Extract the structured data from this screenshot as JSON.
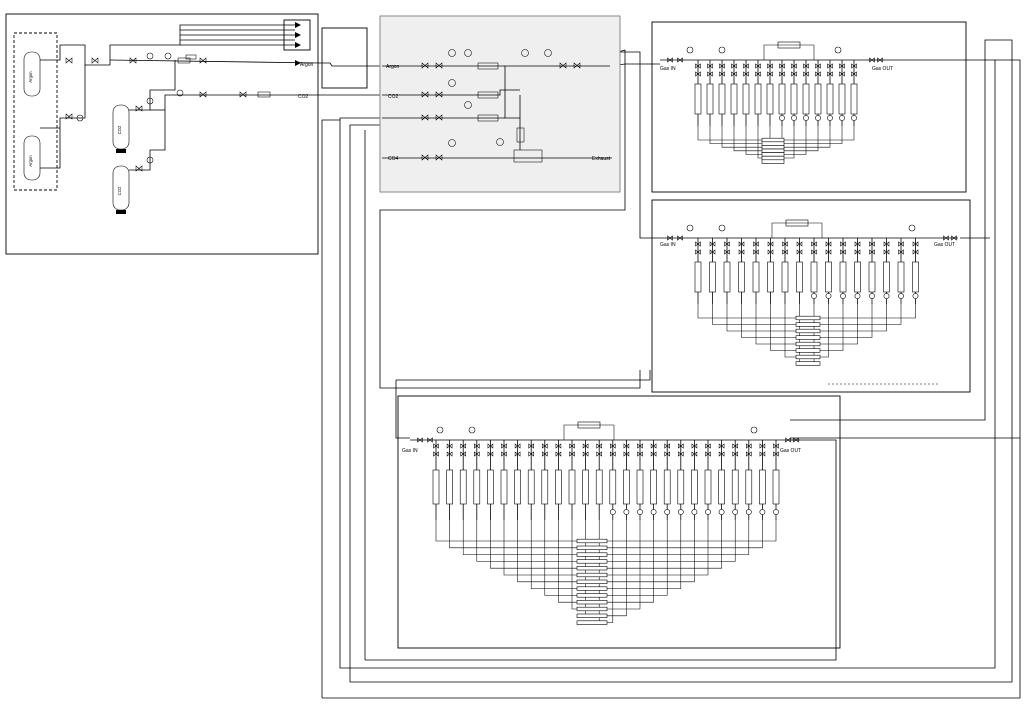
{
  "diagram": {
    "supply": {
      "bottle_labels": [
        "Argon",
        "Argon",
        "CO2",
        "CO2"
      ],
      "outlet_labels": [
        "Argon",
        "CO2"
      ],
      "bottom_note": ""
    },
    "mixer": {
      "line_labels": [
        "Argon",
        "CO2",
        "CO4",
        "Exhaust"
      ]
    },
    "distribution_panels": [
      {
        "id": "upper",
        "gas_in": "Gas IN",
        "gas_out": "Gas OUT",
        "channels": 14,
        "note": ""
      },
      {
        "id": "middle",
        "gas_in": "Gas IN",
        "gas_out": "Gas OUT",
        "channels": 16,
        "note": ""
      },
      {
        "id": "lower",
        "gas_in": "Gas IN",
        "gas_out": "Gas OUT",
        "channels": 26,
        "note": ""
      }
    ]
  }
}
